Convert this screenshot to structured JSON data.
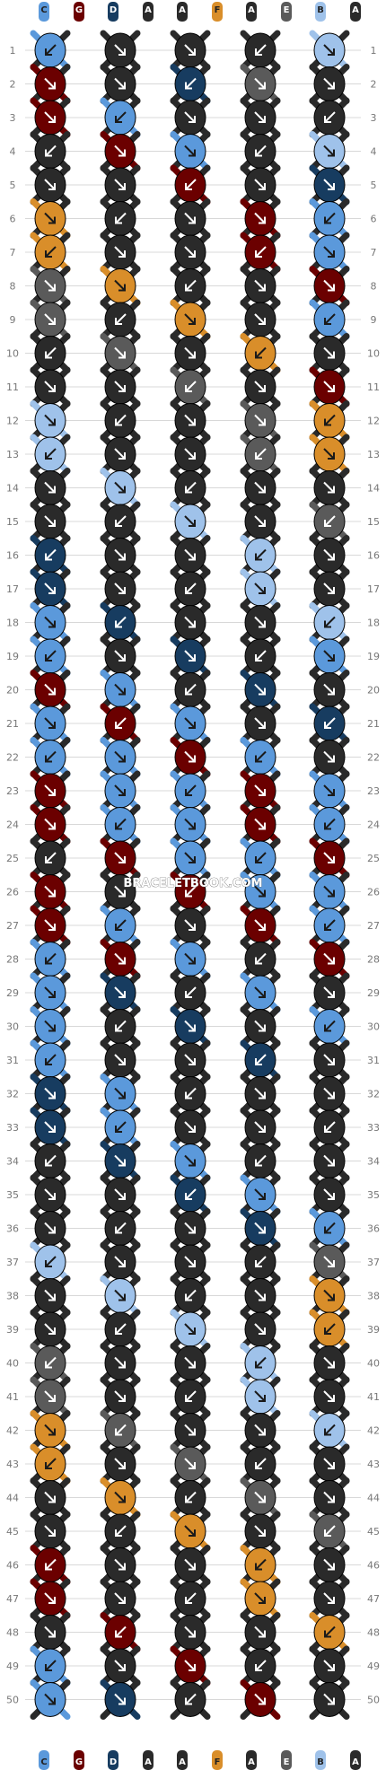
{
  "colors": {
    "A": "#2a2a2a",
    "B": "#9fc2ea",
    "C": "#5b99db",
    "D": "#173c60",
    "E": "#5a5a5a",
    "F": "#d98e2a",
    "G": "#6b0000"
  },
  "strings_top": [
    "C",
    "G",
    "D",
    "A",
    "A",
    "F",
    "A",
    "E",
    "B",
    "A"
  ],
  "strings_bottom": [
    "C",
    "G",
    "D",
    "A",
    "A",
    "F",
    "A",
    "E",
    "B",
    "A"
  ],
  "row_numbers": [
    "1",
    "2",
    "3",
    "4",
    "5",
    "6",
    "7",
    "8",
    "9",
    "10",
    "11",
    "12",
    "13",
    "14",
    "15",
    "16",
    "17",
    "18",
    "19",
    "20",
    "21",
    "22",
    "23",
    "24",
    "25",
    "26",
    "27",
    "28",
    "29",
    "30",
    "31",
    "32",
    "33",
    "34",
    "35",
    "36",
    "37",
    "38",
    "39",
    "40",
    "41",
    "42",
    "43",
    "44",
    "45",
    "46",
    "47",
    "48",
    "49",
    "50"
  ],
  "watermark": "BRACELETBOOK.COM",
  "pattern_rows": [
    [
      "C",
      "A",
      "A",
      "A",
      "B"
    ],
    [
      "G",
      "A",
      "D",
      "E",
      "A"
    ],
    [
      "G",
      "C",
      "A",
      "A",
      "A"
    ],
    [
      "A",
      "G",
      "C",
      "A",
      "B"
    ],
    [
      "A",
      "A",
      "G",
      "A",
      "D"
    ],
    [
      "F",
      "A",
      "A",
      "G",
      "C"
    ],
    [
      "F",
      "A",
      "A",
      "G",
      "C"
    ],
    [
      "E",
      "F",
      "A",
      "A",
      "G"
    ],
    [
      "E",
      "A",
      "F",
      "A",
      "C"
    ],
    [
      "A",
      "E",
      "A",
      "F",
      "A"
    ],
    [
      "A",
      "A",
      "E",
      "A",
      "G"
    ],
    [
      "B",
      "A",
      "A",
      "E",
      "F"
    ],
    [
      "B",
      "A",
      "A",
      "E",
      "F"
    ],
    [
      "A",
      "B",
      "A",
      "A",
      "A"
    ],
    [
      "A",
      "A",
      "B",
      "A",
      "E"
    ],
    [
      "D",
      "A",
      "A",
      "B",
      "A"
    ],
    [
      "D",
      "A",
      "A",
      "B",
      "A"
    ],
    [
      "C",
      "D",
      "A",
      "A",
      "B"
    ],
    [
      "C",
      "A",
      "D",
      "A",
      "C"
    ],
    [
      "G",
      "C",
      "A",
      "D",
      "A"
    ],
    [
      "C",
      "G",
      "C",
      "A",
      "D"
    ],
    [
      "C",
      "C",
      "G",
      "C",
      "A"
    ],
    [
      "G",
      "C",
      "C",
      "G",
      "C"
    ],
    [
      "G",
      "C",
      "C",
      "G",
      "C"
    ],
    [
      "A",
      "G",
      "C",
      "C",
      "G"
    ],
    [
      "G",
      "A",
      "G",
      "C",
      "C"
    ],
    [
      "G",
      "C",
      "A",
      "G",
      "C"
    ],
    [
      "C",
      "G",
      "C",
      "A",
      "G"
    ],
    [
      "C",
      "D",
      "A",
      "C",
      "A"
    ],
    [
      "C",
      "A",
      "D",
      "A",
      "C"
    ],
    [
      "C",
      "A",
      "A",
      "D",
      "A"
    ],
    [
      "D",
      "C",
      "A",
      "A",
      "A"
    ],
    [
      "D",
      "C",
      "A",
      "A",
      "A"
    ],
    [
      "A",
      "D",
      "C",
      "A",
      "A"
    ],
    [
      "A",
      "A",
      "D",
      "C",
      "A"
    ],
    [
      "A",
      "A",
      "A",
      "D",
      "C"
    ],
    [
      "B",
      "A",
      "A",
      "A",
      "E"
    ],
    [
      "A",
      "B",
      "A",
      "A",
      "F"
    ],
    [
      "A",
      "A",
      "B",
      "A",
      "F"
    ],
    [
      "E",
      "A",
      "A",
      "B",
      "A"
    ],
    [
      "E",
      "A",
      "A",
      "B",
      "A"
    ],
    [
      "F",
      "E",
      "A",
      "A",
      "B"
    ],
    [
      "F",
      "A",
      "E",
      "A",
      "A"
    ],
    [
      "A",
      "F",
      "A",
      "E",
      "A"
    ],
    [
      "A",
      "A",
      "F",
      "A",
      "E"
    ],
    [
      "G",
      "A",
      "A",
      "F",
      "A"
    ],
    [
      "G",
      "A",
      "A",
      "F",
      "A"
    ],
    [
      "A",
      "G",
      "A",
      "A",
      "F"
    ],
    [
      "C",
      "A",
      "G",
      "A",
      "A"
    ],
    [
      "C",
      "D",
      "A",
      "G",
      "A"
    ]
  ]
}
